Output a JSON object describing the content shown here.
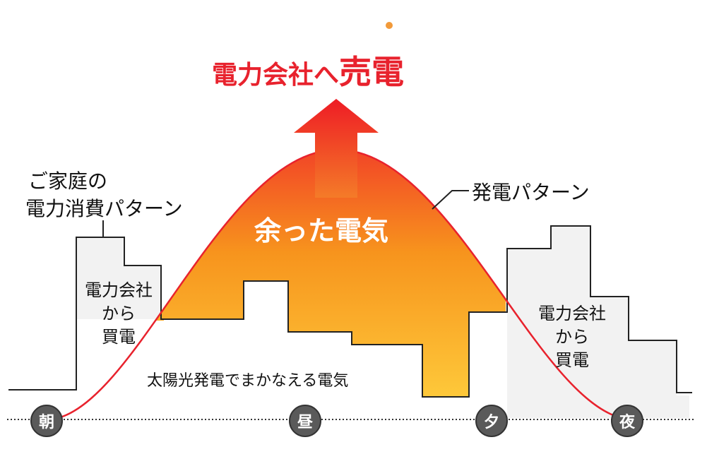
{
  "title": {
    "part1": "電力会社へ",
    "part2": "売電"
  },
  "labels": {
    "consumption_line1": "ご家庭の",
    "consumption_line2": "電力消費パターン",
    "generation": "発電パターン",
    "surplus": "余った電気",
    "solar_covered": "太陽光発電でまかなえる電気",
    "buy_left_line1": "電力会社",
    "buy_left_line2": "から",
    "buy_left_line3": "買電",
    "buy_right_line1": "電力会社",
    "buy_right_line2": "から",
    "buy_right_line3": "買電"
  },
  "times": [
    "朝",
    "昼",
    "夕",
    "夜"
  ],
  "colors": {
    "title_red": "#e8222d",
    "curve_red": "#e8222d",
    "fill_top": "#f0282a",
    "fill_mid": "#f7941d",
    "fill_bottom": "#ffd23f",
    "time_circle": "#5a5a5a",
    "consumption_shade": "#ededed"
  }
}
